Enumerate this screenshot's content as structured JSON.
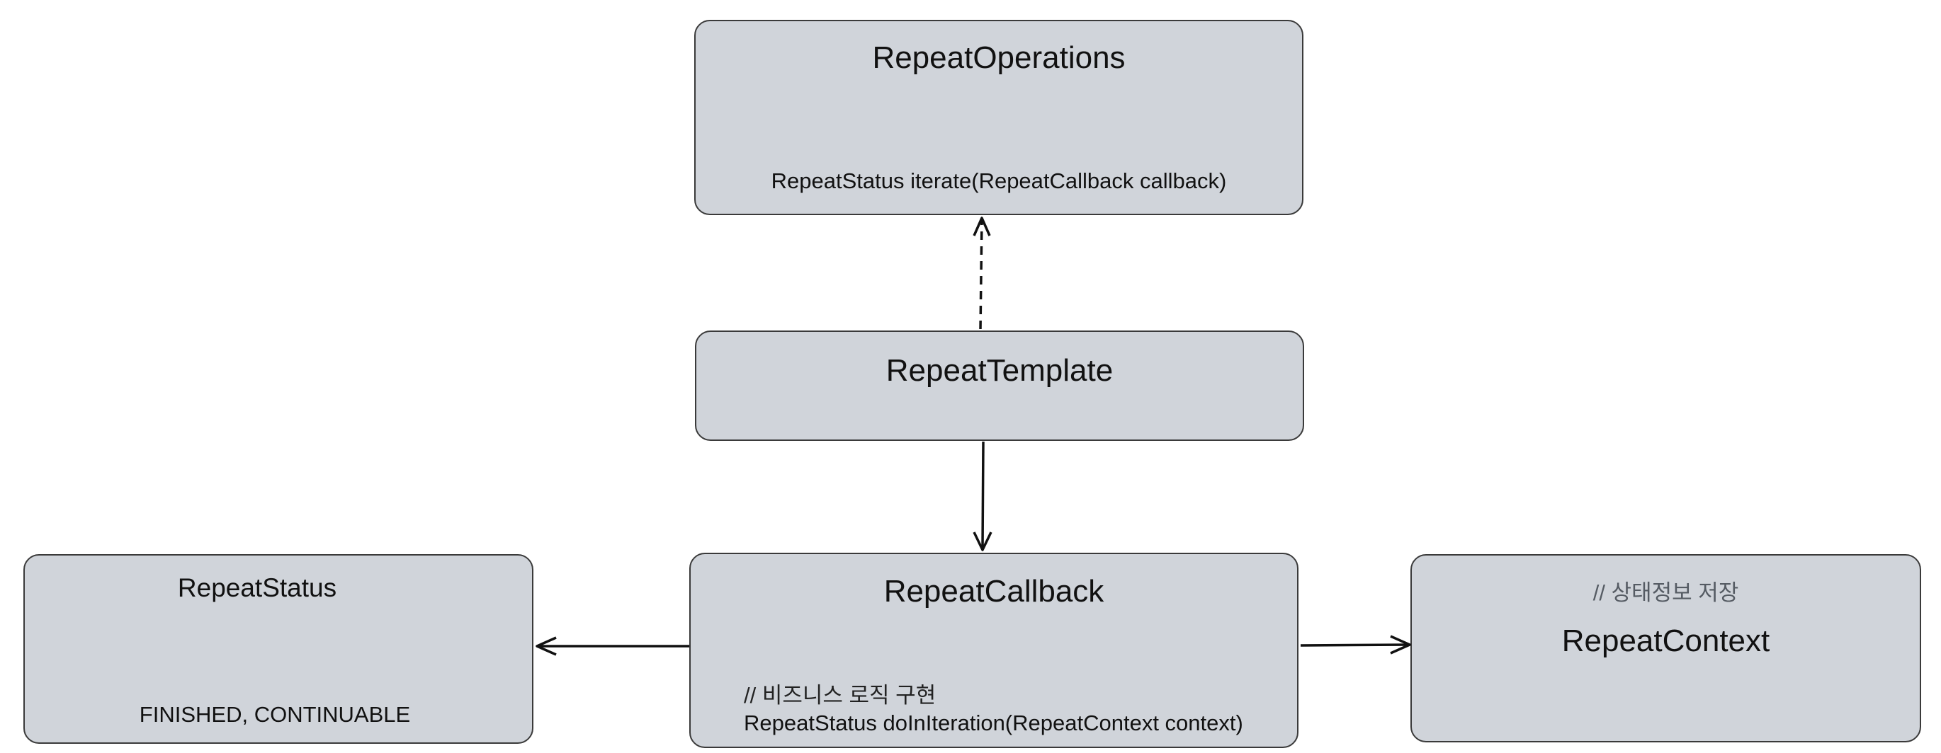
{
  "nodes": {
    "repeat_operations": {
      "title": "RepeatOperations",
      "member": "RepeatStatus iterate(RepeatCallback callback)"
    },
    "repeat_template": {
      "title": "RepeatTemplate"
    },
    "repeat_callback": {
      "title": "RepeatCallback",
      "comment": "// 비즈니스 로직 구현",
      "member": "RepeatStatus doInIteration(RepeatContext context)"
    },
    "repeat_status": {
      "title": "RepeatStatus",
      "member": "FINISHED, CONTINUABLE"
    },
    "repeat_context": {
      "comment": "// 상태정보 저장",
      "title": "RepeatContext"
    }
  },
  "edges": [
    {
      "from": "RepeatTemplate",
      "to": "RepeatOperations",
      "style": "dashed"
    },
    {
      "from": "RepeatTemplate",
      "to": "RepeatCallback",
      "style": "solid"
    },
    {
      "from": "RepeatCallback",
      "to": "RepeatStatus",
      "style": "solid"
    },
    {
      "from": "RepeatCallback",
      "to": "RepeatContext",
      "style": "solid"
    }
  ],
  "colors": {
    "box_fill": "#d0d4da",
    "box_stroke": "#3a3a3a",
    "edge": "#111111",
    "comment_grey": "#555b63"
  }
}
